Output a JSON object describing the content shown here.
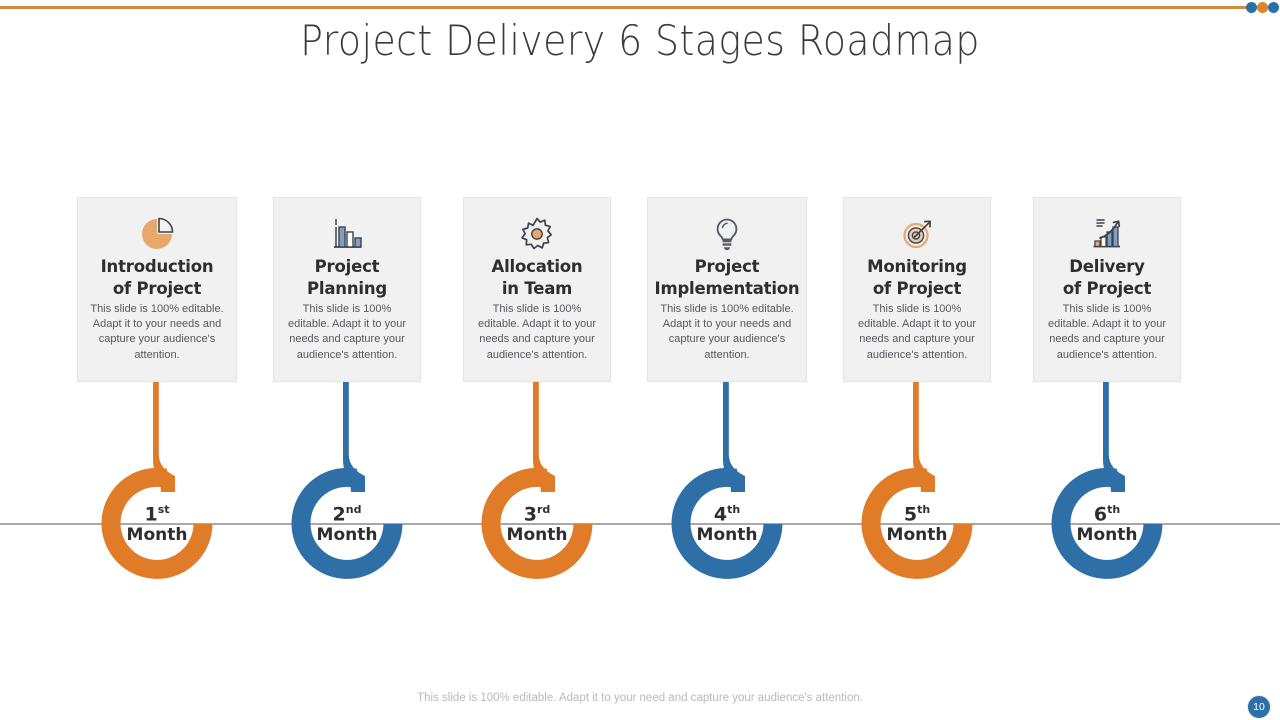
{
  "title": "Project Delivery 6 Stages Roadmap",
  "colors": {
    "orange": "#E07B28",
    "blue": "#2E6FA7",
    "top_rule": "#D38A3F",
    "card_bg": "#F1F1F1",
    "timeline": "#A8A8A8",
    "title_text": "#3A3A3A",
    "body_text": "#55585C"
  },
  "top_dots": [
    {
      "name": "dot-blue-1",
      "color": "#2A6EA6"
    },
    {
      "name": "dot-orange",
      "color": "#E2822A"
    },
    {
      "name": "dot-blue-2",
      "color": "#2A6EA6"
    }
  ],
  "stages": [
    {
      "icon": "pie-chart-icon",
      "title_lines": [
        "Introduction",
        "of Project"
      ],
      "description": "This slide is 100% editable. Adapt it to your needs and capture your audience's attention.",
      "ordinal": "1",
      "suffix": "st",
      "period": "Month",
      "accent": "#E07B28"
    },
    {
      "icon": "bar-chart-icon",
      "title_lines": [
        "Project",
        "Planning"
      ],
      "description": "This slide is 100% editable. Adapt it to your needs and capture your audience's attention.",
      "ordinal": "2",
      "suffix": "nd",
      "period": "Month",
      "accent": "#2E6FA7"
    },
    {
      "icon": "gear-icon",
      "title_lines": [
        "Allocation",
        "in Team"
      ],
      "description": "This slide is 100% editable. Adapt it to your needs and capture your audience's attention.",
      "ordinal": "3",
      "suffix": "rd",
      "period": "Month",
      "accent": "#E07B28"
    },
    {
      "icon": "lightbulb-icon",
      "title_lines": [
        "Project",
        "Implementation"
      ],
      "description": "This slide is 100% editable. Adapt it to your needs and capture your audience's attention.",
      "ordinal": "4",
      "suffix": "th",
      "period": "Month",
      "accent": "#2E6FA7"
    },
    {
      "icon": "target-arrow-icon",
      "title_lines": [
        "Monitoring",
        "of Project"
      ],
      "description": "This slide is 100% editable. Adapt it to your needs and capture your audience's attention.",
      "ordinal": "5",
      "suffix": "th",
      "period": "Month",
      "accent": "#E07B28"
    },
    {
      "icon": "growth-chart-icon",
      "title_lines": [
        "Delivery",
        "of Project"
      ],
      "description": "This slide is 100% editable. Adapt it to your needs and capture your audience's attention.",
      "ordinal": "6",
      "suffix": "th",
      "period": "Month",
      "accent": "#2E6FA7"
    }
  ],
  "footer": {
    "note": "This slide is 100% editable. Adapt it to your need and capture your audience's attention.",
    "page_number": "10"
  }
}
